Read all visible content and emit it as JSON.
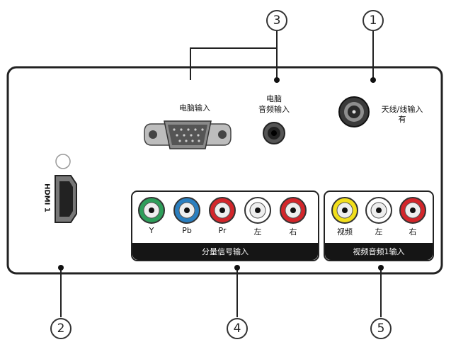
{
  "callouts": [
    "1",
    "2",
    "3",
    "4",
    "5"
  ],
  "labels": {
    "vga_input": "电脑输入",
    "pc_audio_line1": "电脑",
    "pc_audio_line2": "音频输入",
    "antenna_line1": "天线/线输入",
    "antenna_line2": "有",
    "hdmi": "HDMI 1"
  },
  "component_group": {
    "title": "分量信号输入",
    "jacks": [
      {
        "label": "Y",
        "color": "#2e9e5a"
      },
      {
        "label": "Pb",
        "color": "#2a7fc0"
      },
      {
        "label": "Pr",
        "color": "#d3262b"
      },
      {
        "label": "左",
        "color": "#ffffff"
      },
      {
        "label": "右",
        "color": "#d3262b"
      }
    ]
  },
  "av_group": {
    "title": "视频音频1输入",
    "jacks": [
      {
        "label": "视频",
        "color": "#f2df1c"
      },
      {
        "label": "左",
        "color": "#ffffff"
      },
      {
        "label": "右",
        "color": "#d3262b"
      }
    ]
  }
}
